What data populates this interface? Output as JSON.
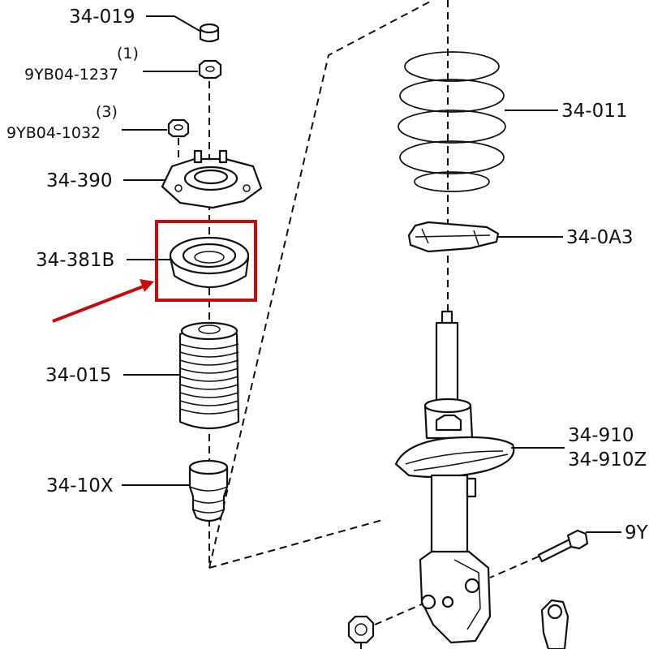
{
  "colors": {
    "highlight": "#c40d0d",
    "line": "#111111"
  },
  "labels": {
    "p34_019": "34-019",
    "p9yb04_1237": "9YB04-1237",
    "q1": "(1)",
    "p9yb04_1032": "9YB04-1032",
    "q3": "(3)",
    "p34_390": "34-390",
    "p34_381b": "34-381B",
    "p34_015": "34-015",
    "p34_10x": "34-10X",
    "p34_011": "34-011",
    "p34_0a3": "34-0A3",
    "p34_910": "34-910",
    "p34_910z": "34-910Z",
    "p9y": "9Y"
  },
  "highlighted_part": "34-381B"
}
